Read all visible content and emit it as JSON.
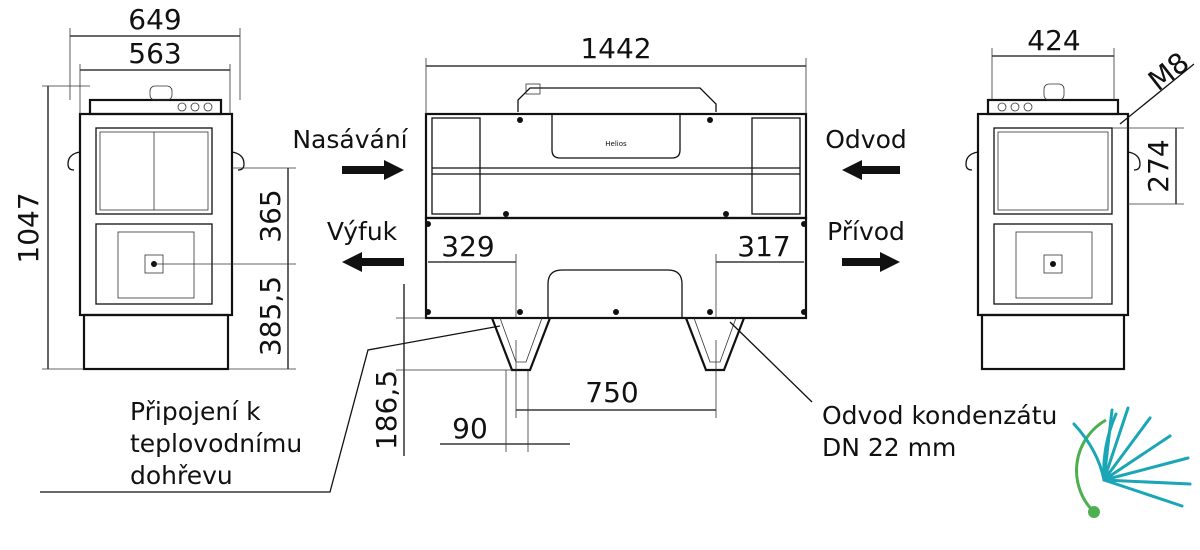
{
  "dimensions": {
    "width_total_left": "649",
    "width_inner_left": "563",
    "height_total": "1047",
    "height_upper": "365",
    "height_lower": "385,5",
    "length_total": "1442",
    "offset_left": "329",
    "offset_right": "317",
    "foot_spacing": "750",
    "foot_width": "90",
    "foot_height": "186,5",
    "width_right": "424",
    "height_right": "274",
    "thread": "M8"
  },
  "labels": {
    "intake": "Nasávání",
    "exhaust": "Výfuk",
    "outlet": "Odvod",
    "supply": "Přívod",
    "heating_line1": "Připojení k",
    "heating_line2": "teplovodnímu",
    "heating_line3": "dohřevu",
    "condensate_line1": "Odvod kondenzátu",
    "condensate_line2": "DN 22 mm"
  },
  "colors": {
    "line": "#111111",
    "logo_teal": "#1aa6b7",
    "logo_green": "#4caf50"
  }
}
